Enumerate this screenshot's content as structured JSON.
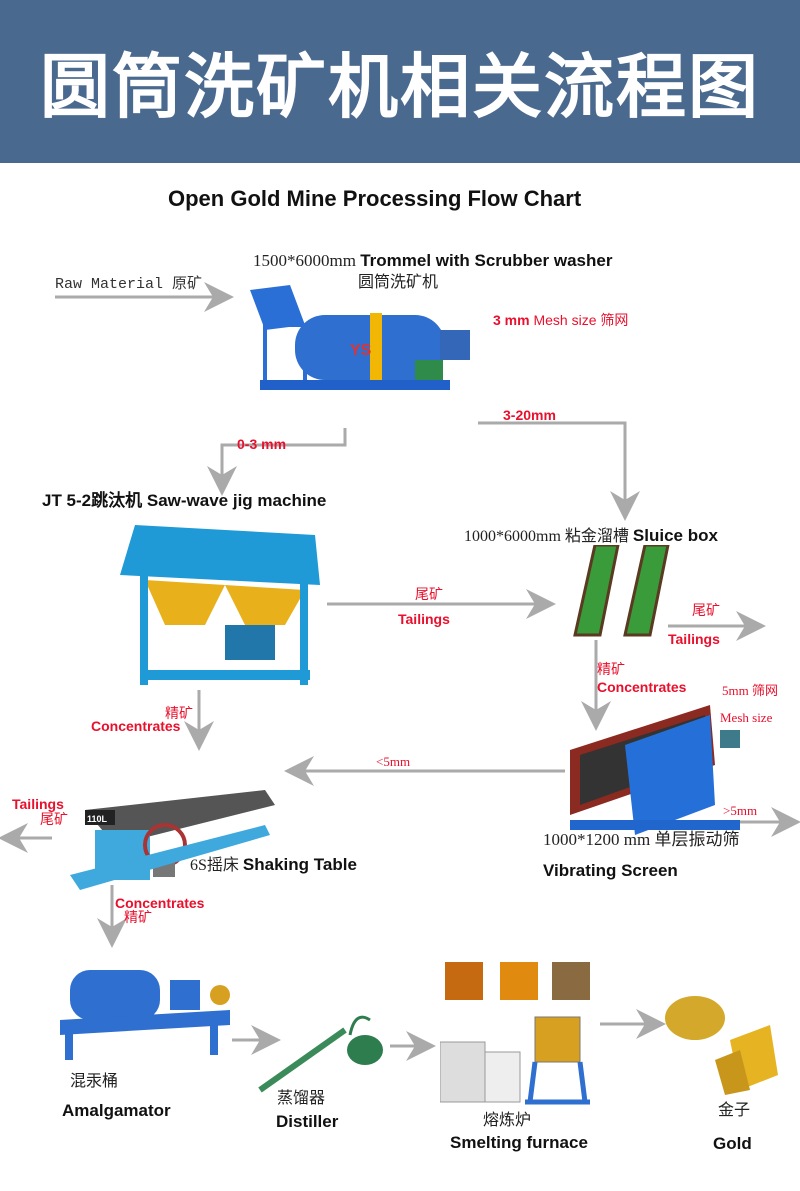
{
  "banner": {
    "title": "圆筒洗矿机相关流程图"
  },
  "chart_title": "Open Gold Mine Processing Flow Chart",
  "raw_material": "Raw Material 原矿",
  "trommel": {
    "size": "1500*6000mm",
    "name": "Trommel with Scrubber washer",
    "cn": "圆筒洗矿机",
    "mesh_num": "3 mm",
    "mesh_label": "Mesh size 筛网",
    "logo": "YS"
  },
  "split": {
    "fine": "0-3 mm",
    "coarse": "3-20mm"
  },
  "jig": {
    "model": "JT 5-2跳汰机",
    "name": "Saw-wave jig machine",
    "tail_cn": "尾矿",
    "tail_en": "Tailings",
    "conc_cn": "精矿",
    "conc_en": "Concentrates"
  },
  "sluice": {
    "size": "1000*6000mm 粘金溜槽",
    "name": "Sluice box",
    "tail_cn": "尾矿",
    "tail_en": "Tailings",
    "conc_cn": "精矿",
    "conc_en": "Concentrates"
  },
  "screen": {
    "mesh1": "5mm 筛网",
    "mesh2": "Mesh size",
    "under": "<5mm",
    "over": ">5mm",
    "size": "1000*1200 mm 单层振动筛",
    "name": "Vibrating Screen"
  },
  "table": {
    "plate": "110L",
    "model": "6S摇床",
    "name": "Shaking Table",
    "tail_en": "Tailings",
    "tail_cn": "尾矿",
    "conc_en": "Concentrates",
    "conc_cn": "精矿"
  },
  "amalgamator": {
    "cn": "混汞桶",
    "en": "Amalgamator"
  },
  "distiller": {
    "cn": "蒸馏器",
    "en": "Distiller"
  },
  "furnace": {
    "cn": "熔炼炉",
    "en": "Smelting furnace"
  },
  "gold": {
    "cn": "金子",
    "en": "Gold"
  },
  "colors": {
    "banner": "#4a698f",
    "accent": "#e8102c",
    "arrow": "#aaaaaa",
    "machine": "#2f6fd0"
  }
}
